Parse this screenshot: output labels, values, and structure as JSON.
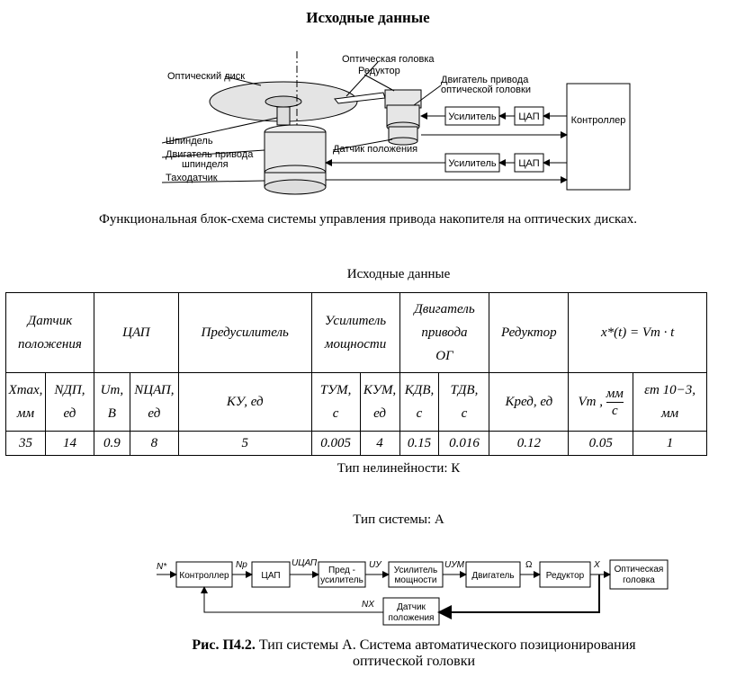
{
  "page_title": "Исходные данные",
  "top_diagram": {
    "labels": {
      "optical_disk": "Оптический диск",
      "optical_head": "Оптическая головка",
      "reducer": "Редуктор",
      "head_motor_1": "Двигатель привода",
      "head_motor_2": "оптической головки",
      "amplifier_1": "Усилитель",
      "dac_1": "ЦАП",
      "controller": "Контроллер",
      "spindle": "Шпиндель",
      "spindle_motor_1": "Двигатель привода",
      "spindle_motor_2": "шпинделя",
      "position_sensor": "Датчик положения",
      "amplifier_2": "Усилитель",
      "dac_2": "ЦАП",
      "tachometer": "Тахо­датчик"
    }
  },
  "caption1": "Функциональная блок-схема системы управления привода накопителя на оптических дисках.",
  "table_title": "Исходные данные",
  "table": {
    "groups": {
      "sensor_1": "Датчик",
      "sensor_2": "положения",
      "dac": "ЦАП",
      "preamp": "Предусилитель",
      "amp_1": "Усилитель",
      "amp_2": "мощности",
      "motor_1": "Двигатель",
      "motor_2": "привода",
      "motor_3": "ОГ",
      "reducer": "Редуктор",
      "x_of_t": "x*(t) = Vm · t"
    },
    "params": {
      "xmax_1": "Xmax,",
      "xmax_2": "мм",
      "ndp_1": "NДП,",
      "ndp_2": "ед",
      "um_1": "Um,",
      "um_2": "В",
      "ndac_1": "NЦАП,",
      "ndac_2": "ед",
      "ky": "KУ, ед",
      "tum_1": "TУМ,",
      "tum_2": "с",
      "kum_1": "KУМ,",
      "kum_2": "ед",
      "kdv_1": "KДВ,",
      "kdv_2": "с",
      "tdv_1": "TДВ,",
      "tdv_2": "с",
      "kred": "Kред, ед",
      "vm_1": "Vm ,",
      "vm_num": "мм",
      "vm_den": "с",
      "eps_1": "εm 10−3,",
      "eps_2": "мм"
    },
    "values": {
      "xmax": "35",
      "ndp": "14",
      "um": "0.9",
      "ndac": "8",
      "ky": "5",
      "tum": "0.005",
      "kum": "4",
      "kdv": "0.15",
      "tdv": "0.016",
      "kred": "0.12",
      "vm": "0.05",
      "eps": "1"
    }
  },
  "nonlinearity": "Тип нелинейности: К",
  "system_type": "Тип системы: А",
  "block_diagram": {
    "n_star": "N*",
    "controller": "Контроллер",
    "np": "Np",
    "dac": "ЦАП",
    "u_dac": "UЦАП",
    "preamp_1": "Пред -",
    "preamp_2": "усилитель",
    "u_y": "UУ",
    "amp_1": "Усилитель",
    "amp_2": "мощности",
    "u_um": "UУМ",
    "motor": "Двигатель",
    "omega": "Ω",
    "reducer": "Редуктор",
    "x": "X",
    "head_1": "Оптическая",
    "head_2": "головка",
    "nx": "NX",
    "sensor_1": "Датчик",
    "sensor_2": "положения"
  },
  "figure_caption": {
    "bold": "Рис. П4.2.",
    "line1": " Тип системы А. Система автоматического позиционирования",
    "line2": "оптической головки"
  }
}
